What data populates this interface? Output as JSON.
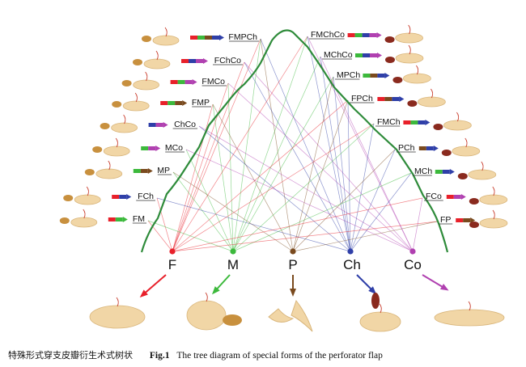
{
  "base_nodes": [
    {
      "id": "F",
      "label": "F",
      "color": "#e8202a"
    },
    {
      "id": "M",
      "label": "M",
      "color": "#3cb93c"
    },
    {
      "id": "P",
      "label": "P",
      "color": "#7a4a1e"
    },
    {
      "id": "Ch",
      "label": "Ch",
      "color": "#2f3fa8"
    },
    {
      "id": "Co",
      "label": "Co",
      "color": "#b040b0"
    }
  ],
  "left_nodes": [
    {
      "id": "FMPCh",
      "label": "FMPCh",
      "parts": [
        "F",
        "M",
        "P",
        "Ch"
      ]
    },
    {
      "id": "FChCo",
      "label": "FChCo",
      "parts": [
        "F",
        "Ch",
        "Co"
      ]
    },
    {
      "id": "FMCo",
      "label": "FMCo",
      "parts": [
        "F",
        "M",
        "Co"
      ]
    },
    {
      "id": "FMP",
      "label": "FMP",
      "parts": [
        "F",
        "M",
        "P"
      ]
    },
    {
      "id": "ChCo",
      "label": "ChCo",
      "parts": [
        "Ch",
        "Co"
      ]
    },
    {
      "id": "MCo",
      "label": "MCo",
      "parts": [
        "M",
        "Co"
      ]
    },
    {
      "id": "MP",
      "label": "MP",
      "parts": [
        "M",
        "P"
      ]
    },
    {
      "id": "FCh",
      "label": "FCh",
      "parts": [
        "F",
        "Ch"
      ]
    },
    {
      "id": "FM",
      "label": "FM",
      "parts": [
        "F",
        "M"
      ]
    }
  ],
  "right_nodes": [
    {
      "id": "FMChCo",
      "label": "FMChCo",
      "parts": [
        "F",
        "M",
        "Ch",
        "Co"
      ]
    },
    {
      "id": "MChCo",
      "label": "MChCo",
      "parts": [
        "M",
        "Ch",
        "Co"
      ]
    },
    {
      "id": "MPCh",
      "label": "MPCh",
      "parts": [
        "M",
        "P",
        "Ch"
      ]
    },
    {
      "id": "FPCh",
      "label": "FPCh",
      "parts": [
        "F",
        "P",
        "Ch"
      ]
    },
    {
      "id": "FMCh",
      "label": "FMCh",
      "parts": [
        "F",
        "M",
        "Ch"
      ]
    },
    {
      "id": "PCh",
      "label": "PCh",
      "parts": [
        "P",
        "Ch"
      ]
    },
    {
      "id": "MCh",
      "label": "MCh",
      "parts": [
        "M",
        "Ch"
      ]
    },
    {
      "id": "FCo",
      "label": "FCo",
      "parts": [
        "F",
        "Co"
      ]
    },
    {
      "id": "FP",
      "label": "FP",
      "parts": [
        "F",
        "P"
      ]
    }
  ],
  "colors": {
    "tree_outline": "#2e8b3a",
    "flap_fill": "#f1d6a6",
    "flap_stroke": "#d9b57a",
    "fat_fill": "#c8903e",
    "muscle_fill": "#8a2a1e",
    "vessel": "#c83a2a"
  },
  "caption": {
    "chinese": "特殊形式穿支皮瓣衍生术式树状",
    "fig_label": "Fig.1",
    "english": "The tree diagram of special forms of the perforator flap"
  }
}
